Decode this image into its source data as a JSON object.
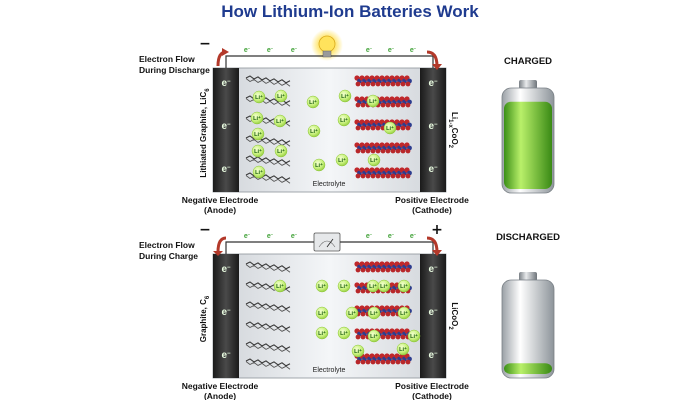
{
  "title": "How Lithium-Ion Batteries Work",
  "cells": [
    {
      "flow_line1": "Electron Flow",
      "flow_line2": "During Discharge",
      "anode_material": "Lithiated Graphite, LiC",
      "anode_sub": "6",
      "cathode_material_a": "Li",
      "cathode_material_sub": "1-x",
      "cathode_material_b": "CoO",
      "cathode_material_sub2": "2",
      "electrolyte": "Electrolyte",
      "neg_line1": "Negative Electrode",
      "neg_line2": "(Anode)",
      "pos_line1": "Positive Electrode",
      "pos_line2": "(Cathode)",
      "state": "CHARGED",
      "device": "bulb-icon",
      "minus": "−",
      "plus": ""
    },
    {
      "flow_line1": "Electron Flow",
      "flow_line2": "During Charge",
      "anode_material": "Graphite, C",
      "anode_sub": "6",
      "cathode_material_a": "LiCoO",
      "cathode_material_sub": "",
      "cathode_material_b": "",
      "cathode_material_sub2": "2",
      "electrolyte": "Electrolyte",
      "neg_line1": "Negative Electrode",
      "neg_line2": "(Anode)",
      "pos_line1": "Positive Electrode",
      "pos_line2": "(Cathode)",
      "state": "DISCHARGED",
      "device": "charger-meter-icon",
      "minus": "−",
      "plus": "+"
    }
  ],
  "electron_symbol": "e",
  "electron_sup": "−",
  "ion_label": "Li⁺",
  "battery_levels": {
    "charged": 0.9,
    "discharged": 0.12
  },
  "colors": {
    "title": "#1f3b8f",
    "electron_green": "#43a33a",
    "ion_green": "#c6f07a",
    "battery_green": "#5cc22a",
    "wire": "#b3392a",
    "electrode": "#2a2a2a"
  }
}
